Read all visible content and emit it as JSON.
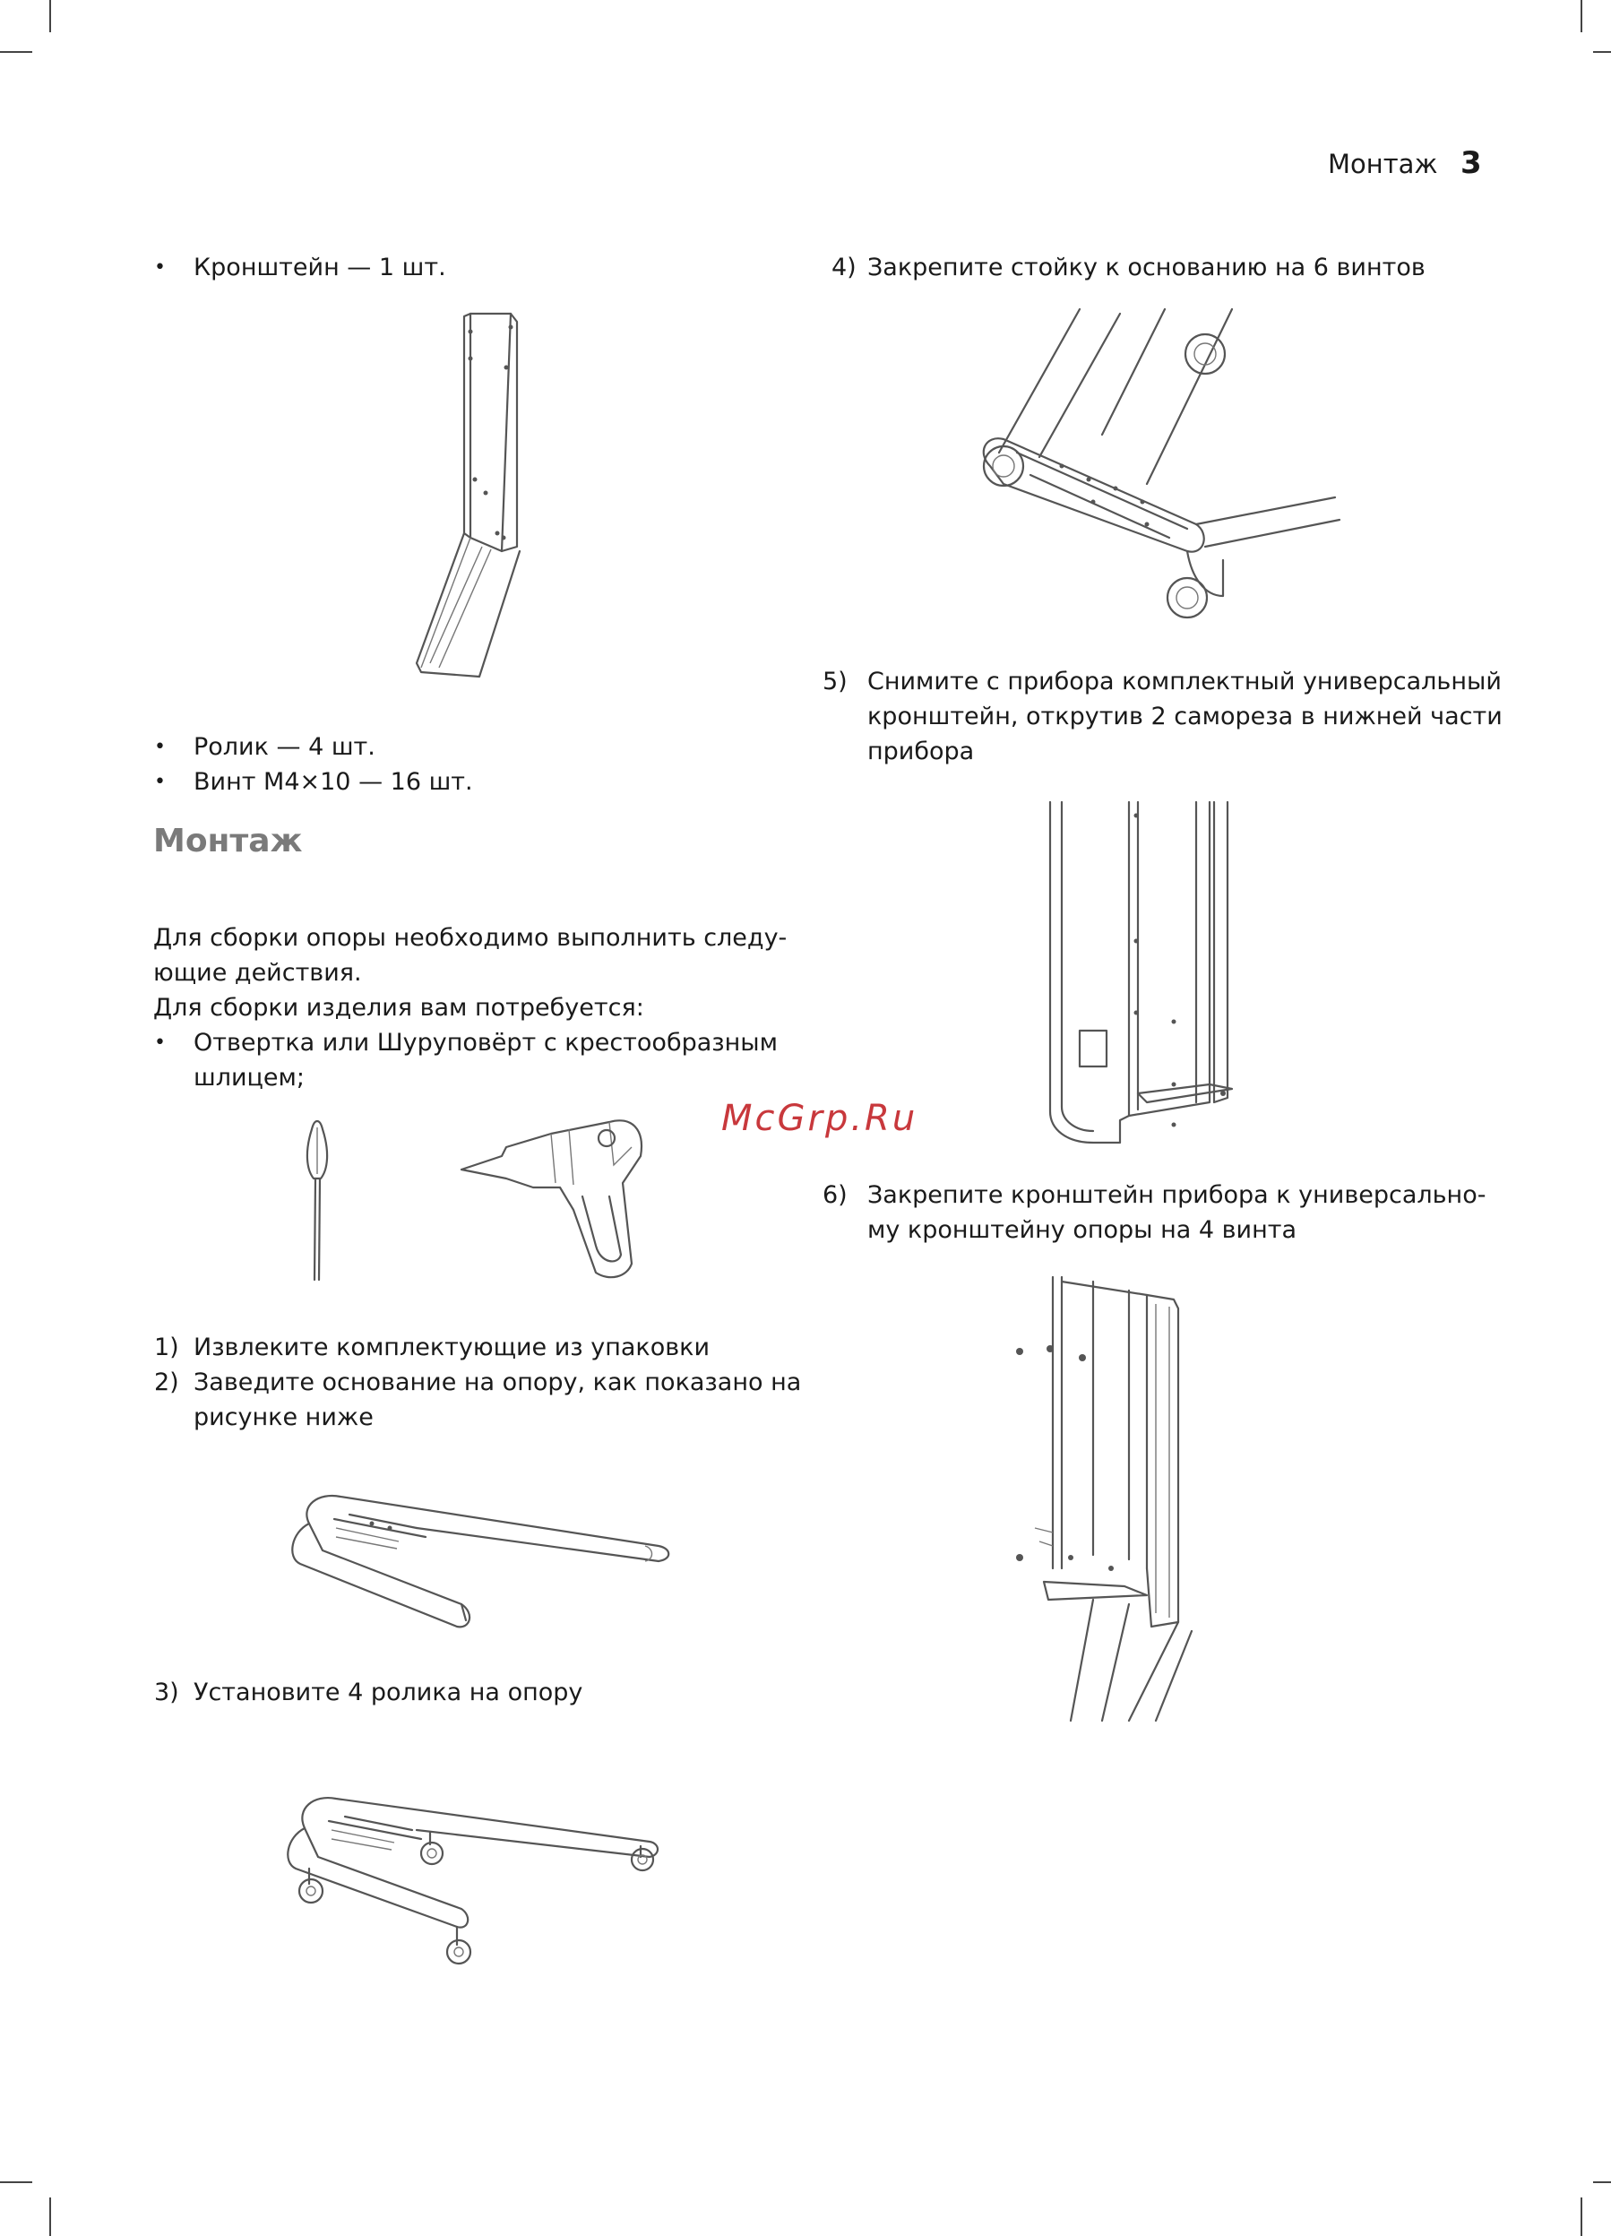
{
  "header": {
    "title": "Монтаж",
    "page_number": "3"
  },
  "watermark": "McGrp.Ru",
  "left": {
    "bullets_top": [
      "Кронштейн — 1 шт."
    ],
    "bullets_mid": [
      "Ролик — 4 шт.",
      "Винт М4×10 — 16 шт."
    ],
    "section_title": "Монтаж",
    "intro_line1": "Для сборки опоры необходимо выполнить следу-",
    "intro_line2": "ющие действия.",
    "intro_line3": "Для сборки изделия вам потребуется:",
    "tool_line1": "Отвертка  или  Шуруповёрт  с  крестообразным",
    "tool_line2": "шлицем;",
    "steps": [
      {
        "num": "1)",
        "line1": "Извлеките комплектующие из упаковки"
      },
      {
        "num": "2)",
        "line1": "Заведите основание на опору, как показано на",
        "line2": "рисунке ниже"
      },
      {
        "num": "3)",
        "line1": "Установите 4 ролика на опору"
      }
    ]
  },
  "right": {
    "steps": [
      {
        "num": "4)",
        "line1": "Закрепите стойку к основанию на 6 винтов"
      },
      {
        "num": "5)",
        "line1": "Снимите с прибора комплектный универсальный",
        "line2": "кронштейн, открутив 2 самореза в нижней части",
        "line3": "прибора"
      },
      {
        "num": "6)",
        "line1": "Закрепите кронштейн прибора к универсально-",
        "line2": "му кронштейну опоры на 4 винта"
      }
    ]
  }
}
